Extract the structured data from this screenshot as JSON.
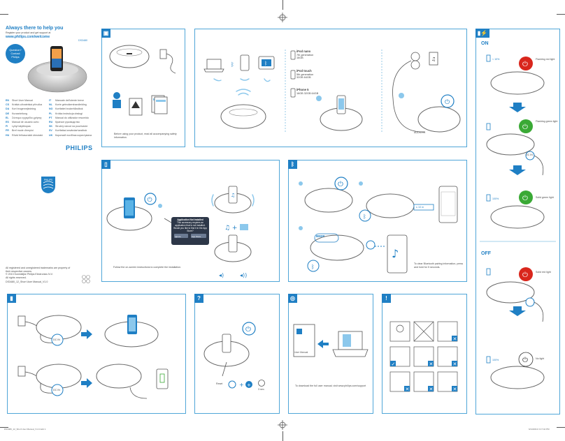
{
  "cover": {
    "heading": "Always there to help you",
    "register_line": "Register your product and get support at",
    "url": "www.philips.com/welcome",
    "model": "DS3480",
    "question_badge_line1": "Question?",
    "question_badge_line2": "Contact",
    "question_badge_line3": "Philips",
    "languages": [
      {
        "code": "EN",
        "text": "Short User Manual"
      },
      {
        "code": "CS",
        "text": "Krátká uživatelská příručka"
      },
      {
        "code": "DA",
        "text": "Kort brugervejledning"
      },
      {
        "code": "DE",
        "text": "Kurzanleitung"
      },
      {
        "code": "EL",
        "text": "Σύντομο εγχειρίδιο χρήσης"
      },
      {
        "code": "ES",
        "text": "Manual de usuario corto"
      },
      {
        "code": "FI",
        "text": "Lyhyt käyttöopas"
      },
      {
        "code": "FR",
        "text": "Bref mode d'emploi"
      },
      {
        "code": "HU",
        "text": "Rövid felhasználói útmutató"
      }
    ],
    "languages2": [
      {
        "code": "IT",
        "text": "Manuale dell'utente breve"
      },
      {
        "code": "NL",
        "text": "Korte gebruikershandleiding"
      },
      {
        "code": "NO",
        "text": "Kortfattet brukerhåndbok"
      },
      {
        "code": "PL",
        "text": "Krótka instrukcja obsługi"
      },
      {
        "code": "PT",
        "text": "Manual do utilizador resumido"
      },
      {
        "code": "RU",
        "text": "Краткое руководство"
      },
      {
        "code": "SK",
        "text": "Stručný návod na používanie"
      },
      {
        "code": "SV",
        "text": "Kortfattad användarhandbok"
      },
      {
        "code": "UK",
        "text": "Короткий посібник користувача"
      }
    ],
    "brand": "PHILIPS",
    "shield": "PHILIPS",
    "legal_line1": "All registered and unregistered trademarks are property of",
    "legal_line2": "their respective owners.",
    "legal_line3": "© 2013 Koninklijke Philips Electronics N.V.",
    "legal_line4": "All rights reserved.",
    "footer_code": "DS3480_12_Short User Manual_V1.0"
  },
  "box_contents": {
    "caption": "Before using your product, read all accompanying safety information."
  },
  "bluetooth_compat": {
    "devices": [
      {
        "name": "iPod nano",
        "detail1": "7th generation",
        "detail2": "16GB"
      },
      {
        "name": "iPod touch",
        "detail1": "5th generation",
        "detail2": "32GB 64GB"
      },
      {
        "name": "iPhone 5",
        "detail1": "16GB 32GB 64GB",
        "detail2": ""
      }
    ],
    "audio_in_label": "AUDIO IN"
  },
  "power_section": {
    "on_label": "ON",
    "off_label": "OFF",
    "states": [
      {
        "battery": "< 10%",
        "light": "Flashing red light"
      },
      {
        "battery": "",
        "light": "Flashing green light"
      },
      {
        "battery": "100%",
        "light": "Solid green light"
      },
      {
        "battery": "",
        "light": "Solid red light"
      },
      {
        "battery": "100%",
        "light": "No light"
      }
    ],
    "dc_in": "DC IN"
  },
  "app_panel": {
    "popup_title": "Application Not Installed",
    "popup_text": "This accessory requires an application that is not installed. Would you like to find it in the App Store?",
    "popup_ignore": "Ignore",
    "popup_appstore": "App Store",
    "caption": "Follow the on-screen instructions to complete the installation."
  },
  "bt_panel": {
    "beep": "BEEP",
    "distance": "≤ 10 m",
    "caption": "To clear Bluetooth pairing information, press and hold  for 5 seconds."
  },
  "charge_panel": {
    "dc_in": "DC IN",
    "dc_in2": "DC IN"
  },
  "reset_panel": {
    "reset_label": "Reset",
    "seconds_label": "3 sec."
  },
  "manual_panel": {
    "manual_label": "User Manual",
    "caption": "To download the full user manual, visit www.philips.com/support"
  },
  "footer": {
    "left": "DS3480_12_Short User Manual_V1.0.indd   1",
    "right": "6/14/2013   3:17:44 PM"
  },
  "colors": {
    "accent": "#1f7fc4",
    "line": "#4fa6d8",
    "red": "#d9261c",
    "green": "#3aa935"
  }
}
